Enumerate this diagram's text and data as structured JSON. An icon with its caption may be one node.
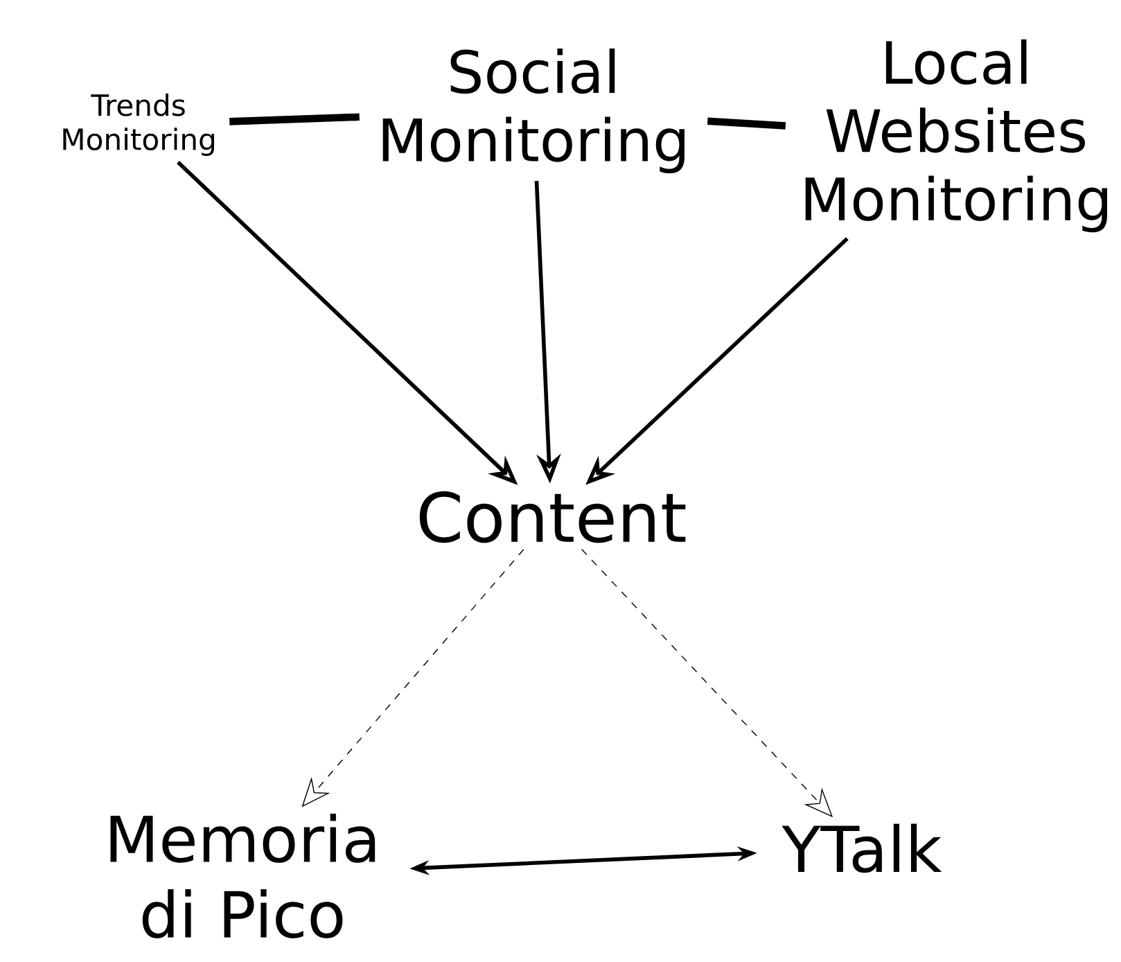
{
  "diagram": {
    "nodes": [
      {
        "text": [
          "Trends Monitoring"
        ]
      },
      {
        "text": [
          "Social Monitoring"
        ]
      },
      {
        "text": [
          "Local Websites Monitoring"
        ]
      },
      {
        "text": [
          "Content"
        ]
      },
      {
        "text": [
          "Memoria di Pico"
        ]
      },
      {
        "text": [
          "YTalk"
        ]
      }
    ],
    "edges": [
      {
        "from": 0,
        "to": 1,
        "arrow": "none",
        "style": "thick"
      },
      {
        "from": 1,
        "to": 2,
        "arrow": "none",
        "style": "thick"
      },
      {
        "from": 0,
        "to": 3,
        "arrow": "to"
      },
      {
        "from": 1,
        "to": 3,
        "arrow": "to"
      },
      {
        "from": 2,
        "to": 3,
        "arrow": "to"
      },
      {
        "from": 3,
        "to": 4,
        "arrow": "to",
        "style": "dashed"
      },
      {
        "from": 3,
        "to": 5,
        "arrow": "to",
        "style": "dashed"
      },
      {
        "from": 4,
        "to": 5,
        "arrow": "both"
      }
    ]
  }
}
